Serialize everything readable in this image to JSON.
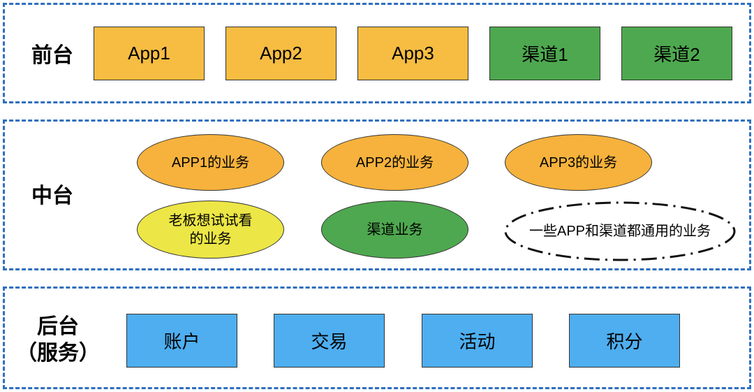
{
  "layers": {
    "front": {
      "label": "前台",
      "boxes": [
        {
          "label": "App1",
          "color": "#f6bd42"
        },
        {
          "label": "App2",
          "color": "#f6bd42"
        },
        {
          "label": "App3",
          "color": "#f6bd42"
        },
        {
          "label": "渠道1",
          "color": "#4ea84f"
        },
        {
          "label": "渠道2",
          "color": "#4ea84f"
        }
      ]
    },
    "middle": {
      "label": "中台",
      "services": [
        {
          "label": "APP1的业务",
          "color": "#f6b23c",
          "border": "solid"
        },
        {
          "label": "APP2的业务",
          "color": "#f6b23c",
          "border": "solid"
        },
        {
          "label": "APP3的业务",
          "color": "#f6b23c",
          "border": "solid"
        },
        {
          "label": "老板想试试看\n的业务",
          "color": "#ece646",
          "border": "solid"
        },
        {
          "label": "渠道业务",
          "color": "#4ea84f",
          "border": "solid"
        },
        {
          "label": "一些APP和渠道都通用的业务",
          "color": "#ffffff",
          "border": "dash-dot"
        }
      ]
    },
    "back": {
      "label": "后台\n（服务）",
      "boxes": [
        {
          "label": "账户",
          "color": "#4eaef0"
        },
        {
          "label": "交易",
          "color": "#4eaef0"
        },
        {
          "label": "活动",
          "color": "#4eaef0"
        },
        {
          "label": "积分",
          "color": "#4eaef0"
        }
      ]
    }
  },
  "colors": {
    "layer_border": "#2f6fbf"
  }
}
